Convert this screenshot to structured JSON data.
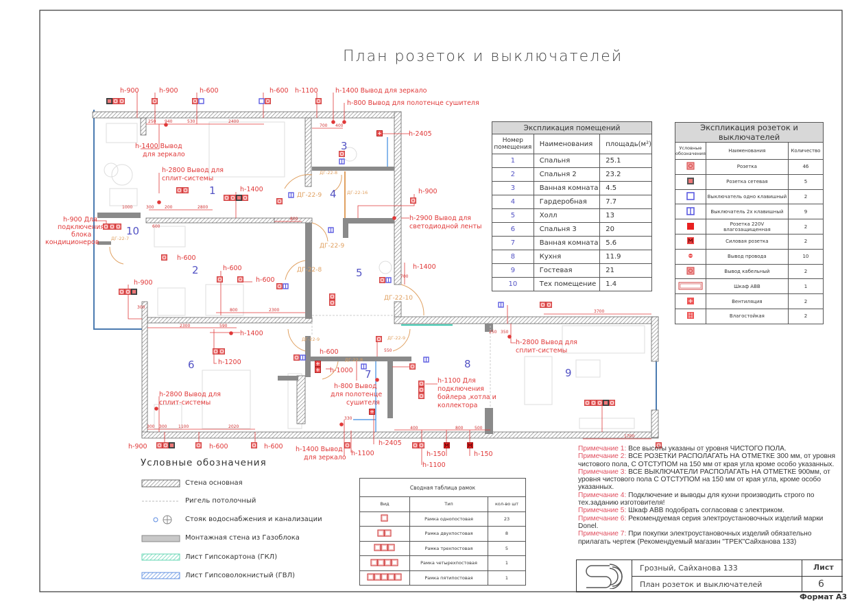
{
  "title": "План розеток и выключателей",
  "plan": {
    "room_numbers": [
      "1",
      "2",
      "3",
      "4",
      "5",
      "6",
      "7",
      "8",
      "9",
      "10"
    ],
    "annotations": [
      "h-900",
      "h-900",
      "h-600",
      "h-600",
      "h-1100",
      "h-1400 Вывод для зеркало",
      "h-800 Вывод для полотенце сушителя",
      "h-2405",
      "h-1400 Вывод",
      "для зеркало",
      "h-2800 Вывод для",
      "сплит-системы",
      "h-1400",
      "h-900",
      "h-2900 Вывод для",
      "светодиодной ленты",
      "h-900 Для",
      "подключения",
      "блока",
      "кондиционеров",
      "h-600",
      "h-600",
      "h-600",
      "h-900",
      "h-1400",
      "h-1400",
      "h-1200",
      "h-2800 Вывод для",
      "сплит-системы",
      "h-900",
      "h-600",
      "h-600",
      "h-600",
      "h-1000",
      "h-800 Вывод",
      "для полотенце",
      "сушителя",
      "h-1100 Для",
      "подключения",
      "бойлера ,котла и",
      "коллектора",
      "h-1400 Вывод",
      "для зеркало",
      "h-1100",
      "h-2405",
      "h-150",
      "h-150",
      "h-1100",
      "h-2800 Вывод для",
      "сплит-системы"
    ],
    "doors": [
      "ДГ-22-9",
      "ДГ-22-8",
      "ДГ-22-16",
      "ДГ-22-9",
      "ДГ-22-8",
      "ДГ-22-10",
      "ДГ-22-7",
      "ДГ-22-9",
      "ДГ-22-9",
      "ДГ-22-8"
    ],
    "dims": [
      "250",
      "940",
      "530",
      "2400",
      "700",
      "400",
      "1000",
      "300",
      "200",
      "2800",
      "800",
      "600",
      "800",
      "2300",
      "2300",
      "590",
      "300",
      "300",
      "1100",
      "2020",
      "550",
      "330",
      "400",
      "800",
      "500",
      "250",
      "350",
      "3700",
      "1700",
      "300",
      "700"
    ]
  },
  "room_table": {
    "title": "Экспликация помещений",
    "headers": [
      "Номер помещения",
      "Наименования",
      "площадь(м²)"
    ],
    "rows": [
      [
        "1",
        "Спальня",
        "25.1"
      ],
      [
        "2",
        "Спальня 2",
        "23.2"
      ],
      [
        "3",
        "Ванная комната",
        "4.5"
      ],
      [
        "4",
        "Гардеробная",
        "7.7"
      ],
      [
        "5",
        "Холл",
        "13"
      ],
      [
        "6",
        "Спальня 3",
        "20"
      ],
      [
        "7",
        "Ванная комната",
        "5.6"
      ],
      [
        "8",
        "Кухня",
        "11.9"
      ],
      [
        "9",
        "Гостевая",
        "21"
      ],
      [
        "10",
        "Тех помещение",
        "1.4"
      ]
    ]
  },
  "outlet_table": {
    "title": "Экспликация розеток и выключателей",
    "headers": [
      "Условные обозначения",
      "Наименования",
      "Количество"
    ],
    "rows": [
      {
        "icon": "socket-icon",
        "name": "Розетка",
        "qty": "46"
      },
      {
        "icon": "network-socket-icon",
        "name": "Розетка сетевая",
        "qty": "5"
      },
      {
        "icon": "single-switch-icon",
        "name": "Выключатель одно клавишный",
        "qty": "2"
      },
      {
        "icon": "double-switch-icon",
        "name": "Выключатель 2х клавишный",
        "qty": "9"
      },
      {
        "icon": "waterproof-socket-icon",
        "name": "Розетка 220V влагозащищенная",
        "qty": "2"
      },
      {
        "icon": "power-socket-icon",
        "name": "Силовая розетка",
        "qty": "2"
      },
      {
        "icon": "wire-outlet-icon",
        "name": "Вывод провода",
        "qty": "10"
      },
      {
        "icon": "cable-outlet-icon",
        "name": "Вывод кабельный",
        "qty": "2"
      },
      {
        "icon": "abb-cabinet-icon",
        "name": "Шкаф АВВ",
        "qty": "1"
      },
      {
        "icon": "ventilation-icon",
        "name": "Вентиляция",
        "qty": "2"
      },
      {
        "icon": "moisture-proof-icon",
        "name": "Влагостойкая",
        "qty": "2"
      }
    ]
  },
  "frames_table": {
    "title": "Сводная таблица рамок",
    "headers": [
      "Вид",
      "Тип",
      "кол-во шт"
    ],
    "rows": [
      {
        "posts": 1,
        "type": "Рамка однопостовая",
        "qty": "23"
      },
      {
        "posts": 2,
        "type": "Рамка двухпостовая",
        "qty": "8"
      },
      {
        "posts": 3,
        "type": "Рамка трехпостовая",
        "qty": "5"
      },
      {
        "posts": 4,
        "type": "Рамка четырехпостовая",
        "qty": "1"
      },
      {
        "posts": 5,
        "type": "Рамка пятипостовая",
        "qty": "1"
      }
    ]
  },
  "legend": {
    "title": "Условные обозначения",
    "items": [
      {
        "icon": "main-wall-swatch",
        "label": "Стена основная"
      },
      {
        "icon": "ceiling-beam-swatch",
        "label": "Ригель потолочный"
      },
      {
        "icon": "riser-icon",
        "label": "Стояк водоснабжения и канализации"
      },
      {
        "icon": "gas-block-wall-swatch",
        "label": "Монтажная стена из Газоблока"
      },
      {
        "icon": "gkl-swatch",
        "label": "Лист Гипсокартона (ГКЛ)"
      },
      {
        "icon": "gvl-swatch",
        "label": "Лист Гипсоволокнистый (ГВЛ)"
      }
    ]
  },
  "notes": [
    {
      "label": "Примечание 1:",
      "text": "Все высоты указаны от уровня ЧИСТОГО ПОЛА."
    },
    {
      "label": "Примечание 2:",
      "text": "ВСЕ РОЗЕТКИ РАСПОЛАГАТЬ НА ОТМЕТКЕ 300 мм, от уровня чистового пола, С ОТСТУПОМ на 150 мм от края угла кроме особо указанных."
    },
    {
      "label": "Примечание 3:",
      "text": "ВСЕ ВЫКЛЮЧАТЕЛИ РАСПОЛАГАТЬ НА ОТМЕТКЕ 900мм, от уровня чистового пола С ОТСТУПОМ на 150 мм от края угла, кроме особо указанных."
    },
    {
      "label": "Примечание 4:",
      "text": "Подключение и выводы для кухни производить строго по тех.заданию изготовителя!"
    },
    {
      "label": "Примечание 5:",
      "text": "Шкаф АВВ подобрать согласовав с электриком."
    },
    {
      "label": "Примечание 6:",
      "text": "Рекомендуемая серия электроустановочных изделий марки Donel."
    },
    {
      "label": "Примечание 7:",
      "text": "При покупки электроустановочных изделий обязательно прилагать чертеж (Рекомендуемый магазин \"ТРЕК\"Сайханова 133)"
    }
  ],
  "title_block": {
    "address": "Грозный, Сайханова 133",
    "sheet_title": "План розеток и выключателей",
    "sheet_label": "Лист",
    "sheet_number": "6",
    "format": "Формат А3"
  },
  "colors": {
    "annotation": "#e03838",
    "room_number": "#5252c4",
    "door": "#e0a060",
    "socket": "#ee7777",
    "switch": "#5a5ae0"
  }
}
